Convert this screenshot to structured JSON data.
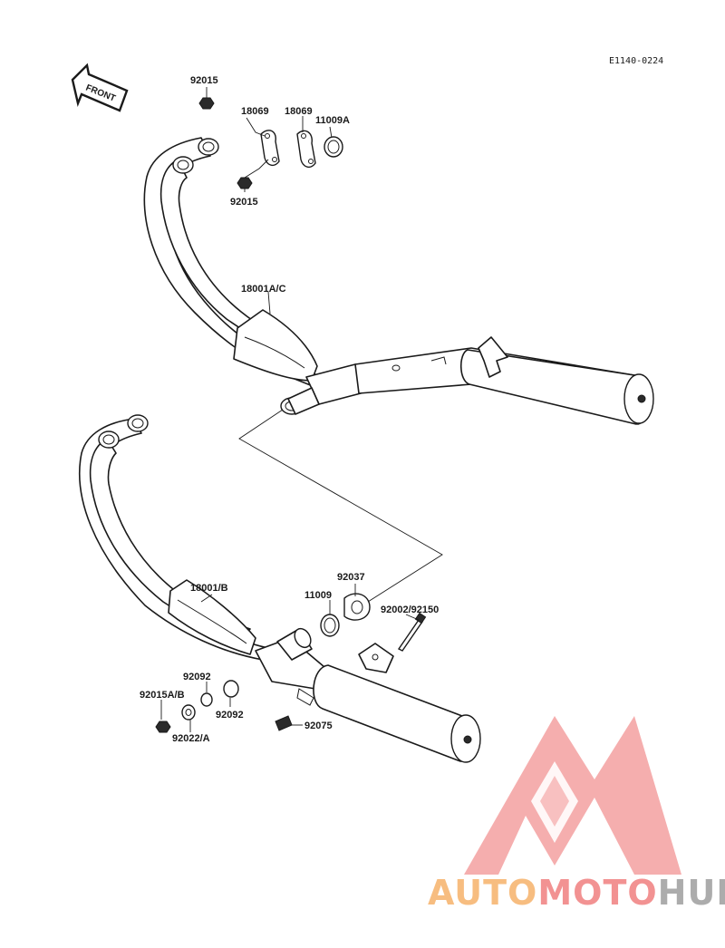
{
  "diagram": {
    "reference_code": "E1140-0224",
    "front_label": "FRONT",
    "parts": {
      "nut_top_1": "92015",
      "holder_a": "18069",
      "holder_b": "18069",
      "gasket_top": "11009A",
      "nut_top_2": "92015",
      "muffler_right": "18001A/C",
      "clamp": "92037",
      "gasket_mid": "11009",
      "bolt": "92002/92150",
      "muffler_left": "18001/B",
      "collar": "92092",
      "nut_side": "92015A/B",
      "washer": "92022/A",
      "collar_2": "92092",
      "nut_bottom": "92075"
    }
  },
  "watermark": {
    "word_part_1": "AUTO",
    "word_part_2": "MOTO",
    "word_part_3": "HUB",
    "colors": {
      "orange": "#f6b26b",
      "red": "#f08080",
      "gray": "#9e9e9e"
    }
  }
}
